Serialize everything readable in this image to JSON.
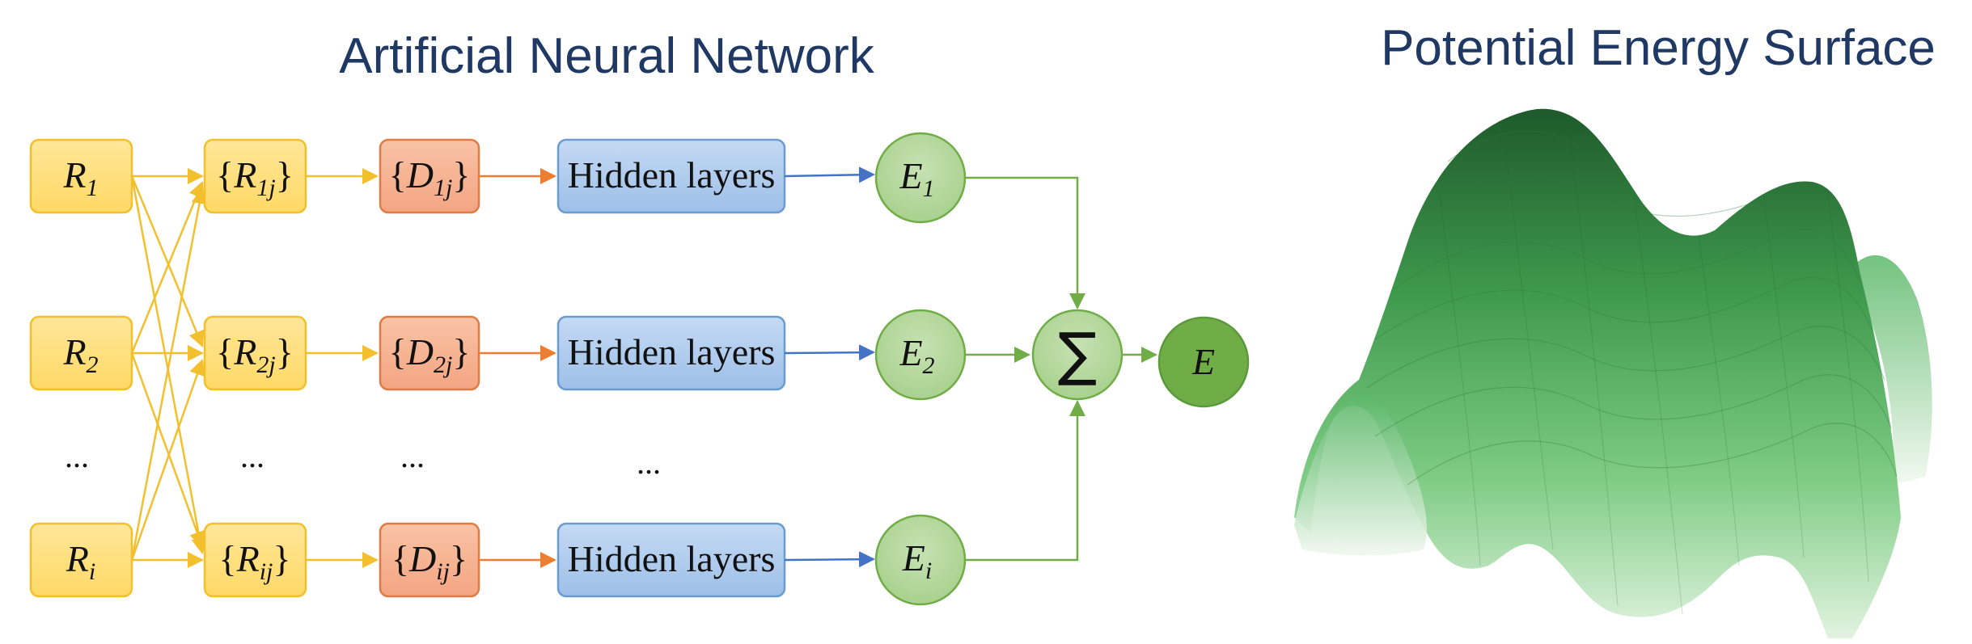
{
  "titles": {
    "ann": "Artificial Neural Network",
    "pes": "Potential Energy Surface"
  },
  "inputs": [
    {
      "base": "R",
      "sub": "1"
    },
    {
      "base": "R",
      "sub": "2"
    },
    {
      "base": "R",
      "sub": "i"
    }
  ],
  "sets": [
    {
      "open": "{",
      "base": "R",
      "sub": "1j",
      "close": "}"
    },
    {
      "open": "{",
      "base": "R",
      "sub": "2j",
      "close": "}"
    },
    {
      "open": "{",
      "base": "R",
      "sub": "ij",
      "close": "}"
    }
  ],
  "descriptors": [
    {
      "open": "{",
      "base": "D",
      "sub": "1j",
      "close": "}"
    },
    {
      "open": "{",
      "base": "D",
      "sub": "2j",
      "close": "}"
    },
    {
      "open": "{",
      "base": "D",
      "sub": "ij",
      "close": "}"
    }
  ],
  "hidden": [
    "Hidden layers",
    "Hidden layers",
    "Hidden layers"
  ],
  "energies": [
    {
      "base": "E",
      "sub": "1"
    },
    {
      "base": "E",
      "sub": "2"
    },
    {
      "base": "E",
      "sub": "i"
    }
  ],
  "ellipsis": [
    "...",
    "...",
    "...",
    "..."
  ],
  "sum_symbol": "∑",
  "output": "E",
  "colors": {
    "title": "#1f3864",
    "input_fill": "#ffd966",
    "input_stroke": "#f2c02c",
    "desc_fill": "#f4a582",
    "desc_stroke": "#e07b45",
    "hidden_fill": "#a9c8ec",
    "hidden_stroke": "#6b9bd1",
    "energy_fill": "#a9d18e",
    "energy_stroke": "#70ad47",
    "output_fill": "#70ad47",
    "arrow_yellow": "#f2c02c",
    "arrow_orange": "#ed7d31",
    "arrow_blue": "#4472c4",
    "arrow_green": "#70ad47",
    "surface_dark": "#1f5a2c",
    "surface_light": "#e2f3e0"
  }
}
